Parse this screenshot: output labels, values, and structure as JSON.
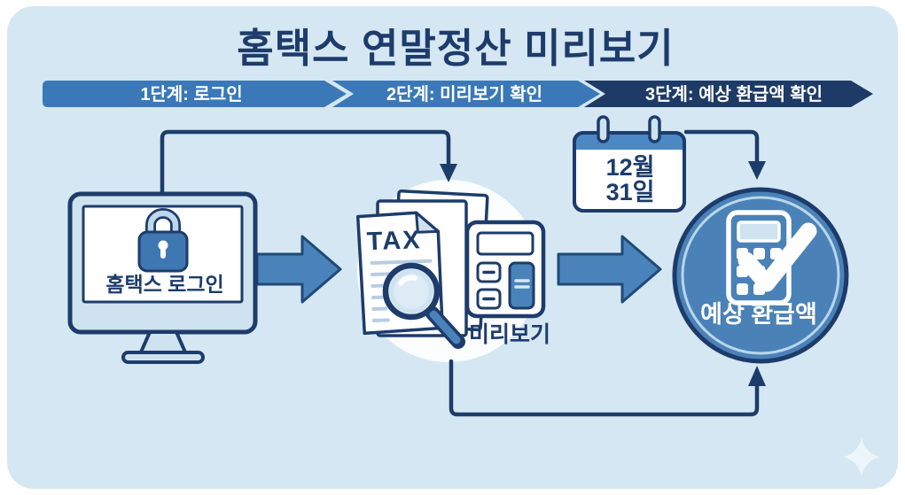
{
  "title": "홈택스 연말정산 미리보기",
  "steps": [
    {
      "label": "1단계: 로그인"
    },
    {
      "label": "2단계: 미리보기 확인"
    },
    {
      "label": "3단계: 예상 환급액 확인"
    }
  ],
  "login": {
    "label": "홈택스 로그인"
  },
  "preview": {
    "document_title": "TAX",
    "label": "미리보기"
  },
  "deadline": {
    "month": "12월",
    "day": "31일"
  },
  "result": {
    "label": "예상 환급액"
  },
  "colors": {
    "page-bg": "#ffffff",
    "canvas-bg": "#d5e7f2",
    "navy": "#1d3c6b",
    "banner-blue": "#3a78b8",
    "banner-dark": "#1e3a66",
    "arrow-blue": "#4a83ba",
    "panel-light": "#cfe2f0",
    "lock-blue": "#3f77b2",
    "shackle-blue": "#bdd7ec",
    "calendar-header": "#4c88c4",
    "circle-blue": "#4a82b8",
    "inner-ring": "#b9d6ea",
    "label-white": "#ffffff"
  }
}
